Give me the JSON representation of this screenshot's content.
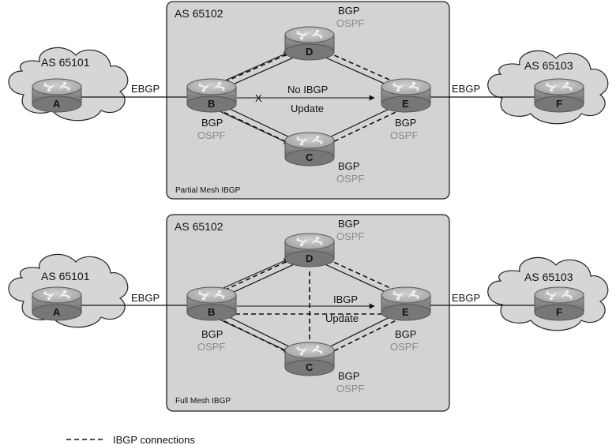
{
  "colors": {
    "as_box_fill": "#d3d3d3",
    "cloud_fill": "#d6d6d6",
    "router_body": "#8f8f8f",
    "router_top": "#b9b9b9",
    "text_primary": "#111111",
    "text_secondary": "#8a8a8a"
  },
  "top": {
    "as_title": "AS 65102",
    "caption": "Partial Mesh IBGP",
    "left_cloud_title": "AS 65101",
    "right_cloud_title": "AS 65103",
    "ebgp_left": "EBGP",
    "ebgp_right": "EBGP",
    "routers": {
      "A": "A",
      "B": "B",
      "C": "C",
      "D": "D",
      "E": "E",
      "F": "F"
    },
    "b_bgp": "BGP",
    "b_ospf": "OSPF",
    "c_bgp": "BGP",
    "c_ospf": "OSPF",
    "d_bgp": "BGP",
    "d_ospf": "OSPF",
    "e_bgp": "BGP",
    "e_ospf": "OSPF",
    "no_ibgp": "No IBGP",
    "update": "Update",
    "blocked_mark": "X"
  },
  "bottom": {
    "as_title": "AS 65102",
    "caption": "Full Mesh IBGP",
    "left_cloud_title": "AS 65101",
    "right_cloud_title": "AS 65103",
    "ebgp_left": "EBGP",
    "ebgp_right": "EBGP",
    "routers": {
      "A": "A",
      "B": "B",
      "C": "C",
      "D": "D",
      "E": "E",
      "F": "F"
    },
    "b_bgp": "BGP",
    "b_ospf": "OSPF",
    "c_bgp": "BGP",
    "c_ospf": "OSPF",
    "d_bgp": "BGP",
    "d_ospf": "OSPF",
    "e_bgp": "BGP",
    "e_ospf": "OSPF",
    "ibgp": "IBGP",
    "update": "Update"
  },
  "legend": {
    "label": "IBGP connections"
  }
}
